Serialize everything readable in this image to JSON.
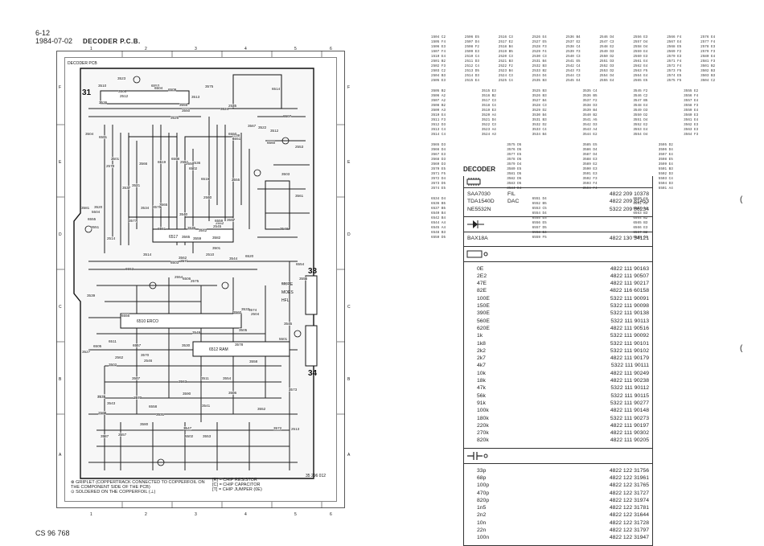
{
  "page": {
    "number": "6-12",
    "date": "1984-07-02",
    "footer": "CS 96 768"
  },
  "board": {
    "title": "DECODER P.C.B.",
    "inner_label": "DECODER PCB",
    "col_numbers": [
      "1",
      "2",
      "3",
      "4",
      "5",
      "6"
    ],
    "row_letters": [
      "F",
      "E",
      "D",
      "C",
      "B",
      "A"
    ],
    "connectors": [
      "31",
      "33",
      "34"
    ],
    "switch_labels": [
      "MUTE",
      "MOES",
      "HFL"
    ],
    "drawing_number": "35 296 012"
  },
  "labels": {
    "ics": [
      "6510 ERCO",
      "6512 RAM",
      "6515",
      "6517",
      "6513",
      "6516"
    ],
    "parts": [
      "2575",
      "2573",
      "2571",
      "2572",
      "2545",
      "2546",
      "2535",
      "2536",
      "2538",
      "2510",
      "2512",
      "2513",
      "2514",
      "2553",
      "2554",
      "2555",
      "2557",
      "2559",
      "2560",
      "2562",
      "2565",
      "2568",
      "2570",
      "2550",
      "2552",
      "2504",
      "2501",
      "3550",
      "3551",
      "3560",
      "3561",
      "3562",
      "3563",
      "3565",
      "3566",
      "3567",
      "3570",
      "3572",
      "3573",
      "3574",
      "3575",
      "3576",
      "3577",
      "3578",
      "3580",
      "3581",
      "3582",
      "3587",
      "3590",
      "3501",
      "3502",
      "3503",
      "3504",
      "3505",
      "3506",
      "3507",
      "3508",
      "3510",
      "3511",
      "3512",
      "3513",
      "3514",
      "3520",
      "3521",
      "3522",
      "3523",
      "3524",
      "3525",
      "3526",
      "3527",
      "3530",
      "3531",
      "3533",
      "3534",
      "3535",
      "3536",
      "3537",
      "3539",
      "3540",
      "3541",
      "3542",
      "3543",
      "3544",
      "3545",
      "3547",
      "3548",
      "3549",
      "3552",
      "3553",
      "3554",
      "3555",
      "3556",
      "3557",
      "3558",
      "3559",
      "5501",
      "5504",
      "5502",
      "6550",
      "6551",
      "6552",
      "6553",
      "6554",
      "6555",
      "6556",
      "6557",
      "6558",
      "6559",
      "6560",
      "6561",
      "6562",
      "6501",
      "6502",
      "6503",
      "6504",
      "6505",
      "6506",
      "6507",
      "6508",
      "6509",
      "6511",
      "6514",
      "6518",
      "6519",
      "6520"
    ]
  },
  "legend": [
    {
      "symbol": "⊗",
      "text": "GRIPLET (COPPERTRACK CONNECTED TO COPPERFOIL ON THE COMPONENT SIDE OF THE PCB)"
    },
    {
      "symbol": "⊙",
      "text": "SOLDERED ON THE COPPERFOIL (⊥)"
    },
    {
      "symbol": "[R]",
      "text": "= CHIP RESISTOR"
    },
    {
      "symbol": "[C]",
      "text": "= CHIP CAPACITOR"
    },
    {
      "symbol": "[T]",
      "text": "= CHIP JUMPER (0E)"
    }
  ],
  "component_table": [
    [
      "1504 C2",
      "1505 F4",
      "1506 E3",
      "1507 F4",
      "1510 E4",
      "2501 B2",
      "2502 F3",
      "2503 C2",
      "2504 B3",
      "2505 E3"
    ],
    [
      "2506 E5",
      "2507 D4",
      "2508 F2",
      "2509 E3",
      "2510 C4",
      "2511 D3",
      "2512 C4",
      "2513 D5",
      "2514 D3",
      "2515 E4"
    ],
    [
      "2516 C3",
      "2517 E2",
      "2518 B4",
      "2519 B5",
      "2520 C3",
      "2521 B3",
      "2522 F2",
      "2523 B4",
      "2524 C3",
      "2525 C4"
    ],
    [
      "2526 E4",
      "2527 E5",
      "2528 F3",
      "2529 F4",
      "2530 C3",
      "2531 B4",
      "2532 B3",
      "2533 B2",
      "2534 D4",
      "2535 B3"
    ],
    [
      "2536 B4",
      "2537 E2",
      "2538 C4",
      "2539 F3",
      "2540 C3",
      "2541 E5",
      "2542 C4",
      "2543 F3",
      "2544 C3",
      "2545 E4"
    ],
    [
      "2546 D4",
      "2547 C3",
      "2548 E2",
      "2549 D3",
      "2550 D2",
      "2551 D3",
      "2552 D3",
      "2553 D2",
      "2554 D4",
      "2555 E4"
    ],
    [
      "2556 E3",
      "2557 D4",
      "2558 D4",
      "2559 E4",
      "2560 E3",
      "2561 E4",
      "2562 E4",
      "2563 F5",
      "2564 E4",
      "2565 E5"
    ],
    [
      "2566 F4",
      "2567 E4",
      "2568 E5",
      "2569 F2",
      "2570 E3",
      "2571 F4",
      "2572 F4",
      "2573 F5",
      "2574 E5",
      "2575 F5"
    ],
    [
      "2576 E4",
      "2577 F4",
      "2578 E3",
      "2579 F3",
      "2580 E4",
      "2581 F3",
      "3501 B2",
      "3502 B3",
      "3503 B3",
      "3504 C2"
    ]
  ],
  "component_table_b": [
    [
      "3505 B2",
      "3506 A2",
      "3507 A2",
      "3508 B2",
      "3509 A3",
      "3510 E4",
      "3511 F3",
      "3512 D3",
      "3513 C4",
      "3514 C4"
    ],
    [
      "3515 E3",
      "3516 B2",
      "3517 C3",
      "3518 C4",
      "3519 E3",
      "3520 A4",
      "3521 D4",
      "3522 C3",
      "3523 A4",
      "3524 A3"
    ],
    [
      "3525 B3",
      "3526 B3",
      "3527 B4",
      "3528 C3",
      "3529 D2",
      "3530 B4",
      "3531 B3",
      "3532 D2",
      "3533 C4",
      "3534 B4"
    ],
    [
      "3535 C4",
      "3536 B5",
      "3537 F2",
      "3538 D3",
      "3539 B4",
      "3540 B2",
      "3541 A5",
      "3542 D3",
      "3543 A4",
      "3544 E2"
    ],
    [
      "3545 F2",
      "3546 C2",
      "3547 B5",
      "3548 E4",
      "3549 D3",
      "3550 D2",
      "3551 D4",
      "3552 E2",
      "3553 E4",
      "3554 D4"
    ],
    [
      "3555 E2",
      "3556 F4",
      "3557 E4",
      "3558 F3",
      "3559 E4",
      "3560 E3",
      "3561 E4",
      "3562 E3",
      "3563 E3",
      "3564 F3"
    ]
  ],
  "component_table_c": [
    [
      "3565 D3",
      "3566 D4",
      "3567 E3",
      "3568 D3",
      "3569 D3",
      "3570 E5",
      "3571 F5",
      "3572 D4",
      "3573 D5",
      "3574 E5"
    ],
    [
      "3575 D5",
      "3576 D5",
      "3577 E5",
      "3578 D5",
      "3579 D4",
      "3580 E5",
      "3581 D5",
      "3582 D5",
      "3583 D5",
      "3584 D4"
    ],
    [
      "3585 E5",
      "3586 D4",
      "3587 D4",
      "3588 E3",
      "3589 E2",
      "3590 E3",
      "3591 E3",
      "3592 F3",
      "3593 F4",
      "3594 F4"
    ],
    [
      "3595 D2",
      "3596 D4",
      "3597 E4",
      "3598 E5",
      "3599 E4",
      "5501 B3",
      "5502 D3",
      "5503 C4",
      "5504 D3",
      "6501 A4"
    ]
  ],
  "component_table_d": [
    [
      "6534 D4",
      "6536 B5",
      "6537 B5",
      "6540 B4",
      "6542 B4",
      "6544 A4",
      "6545 A4",
      "6548 B3",
      "6550 D5"
    ],
    [
      "6551 D4",
      "6552 B5",
      "6553 C5",
      "6554 D4",
      "6555 E5",
      "6556 E5",
      "6557 D5",
      "6558 B4",
      "6559 F5"
    ],
    [
      "6560 C4",
      "6561 A4",
      "6562 A4",
      "6563 B3",
      "6564 B2",
      "6565 B3",
      "6566 E3",
      "6567 B2",
      "6568 C3"
    ]
  ],
  "parts_list": {
    "title": "DECODER",
    "ics": [
      {
        "name": "SAA7030",
        "func": "FIL",
        "code": "4822 209 10378"
      },
      {
        "name": "TDA1540D",
        "func": "DAC",
        "code": "4822 209 81453"
      },
      {
        "name": "NE5532N",
        "func": "",
        "code": "5322 209 86234"
      }
    ],
    "diodes": [
      {
        "name": "BAX18A",
        "code": "4822 130 34121"
      }
    ],
    "resistors": [
      {
        "value": "0E",
        "code": "4822 111 90163"
      },
      {
        "value": "2E2",
        "code": "4822 111 90507"
      },
      {
        "value": "47E",
        "code": "4822 111 90217"
      },
      {
        "value": "82E",
        "code": "4822 116 60158"
      },
      {
        "value": "100E",
        "code": "5322 111 90091"
      },
      {
        "value": "150E",
        "code": "5322 111 90098"
      },
      {
        "value": "390E",
        "code": "5322 111 90138"
      },
      {
        "value": "560E",
        "code": "5322 111 90113"
      },
      {
        "value": "620E",
        "code": "4822 111 90516"
      },
      {
        "value": "1k",
        "code": "5322 111 90092"
      },
      {
        "value": "1k8",
        "code": "5322 111 90101"
      },
      {
        "value": "2k2",
        "code": "5322 111 90102"
      },
      {
        "value": "2k7",
        "code": "4822 111 90179"
      },
      {
        "value": "4k7",
        "code": "5322 111 90111"
      },
      {
        "value": "10k",
        "code": "4822 111 90249"
      },
      {
        "value": "18k",
        "code": "4822 111 90238"
      },
      {
        "value": "47k",
        "code": "5322 111 90112"
      },
      {
        "value": "56k",
        "code": "5322 111 90115"
      },
      {
        "value": "91k",
        "code": "5322 111 90277"
      },
      {
        "value": "100k",
        "code": "4822 111 90148"
      },
      {
        "value": "180k",
        "code": "5322 111 90273"
      },
      {
        "value": "220k",
        "code": "4822 111 90197"
      },
      {
        "value": "270k",
        "code": "4822 111 90302"
      },
      {
        "value": "820k",
        "code": "4822 111 90205"
      }
    ],
    "capacitors": [
      {
        "value": "33p",
        "code": "4822 122 31756"
      },
      {
        "value": "68p",
        "code": "4822 122 31961"
      },
      {
        "value": "100p",
        "code": "4822 122 31765"
      },
      {
        "value": "470p",
        "code": "4822 122 31727"
      },
      {
        "value": "820p",
        "code": "4822 122 31974"
      },
      {
        "value": "1n5",
        "code": "4822 122 31781"
      },
      {
        "value": "2n2",
        "code": "4822 122 31644"
      },
      {
        "value": "10n",
        "code": "4822 122 31728"
      },
      {
        "value": "22n",
        "code": "4822 122 31797"
      },
      {
        "value": "100n",
        "code": "4822 122 31947"
      }
    ]
  }
}
